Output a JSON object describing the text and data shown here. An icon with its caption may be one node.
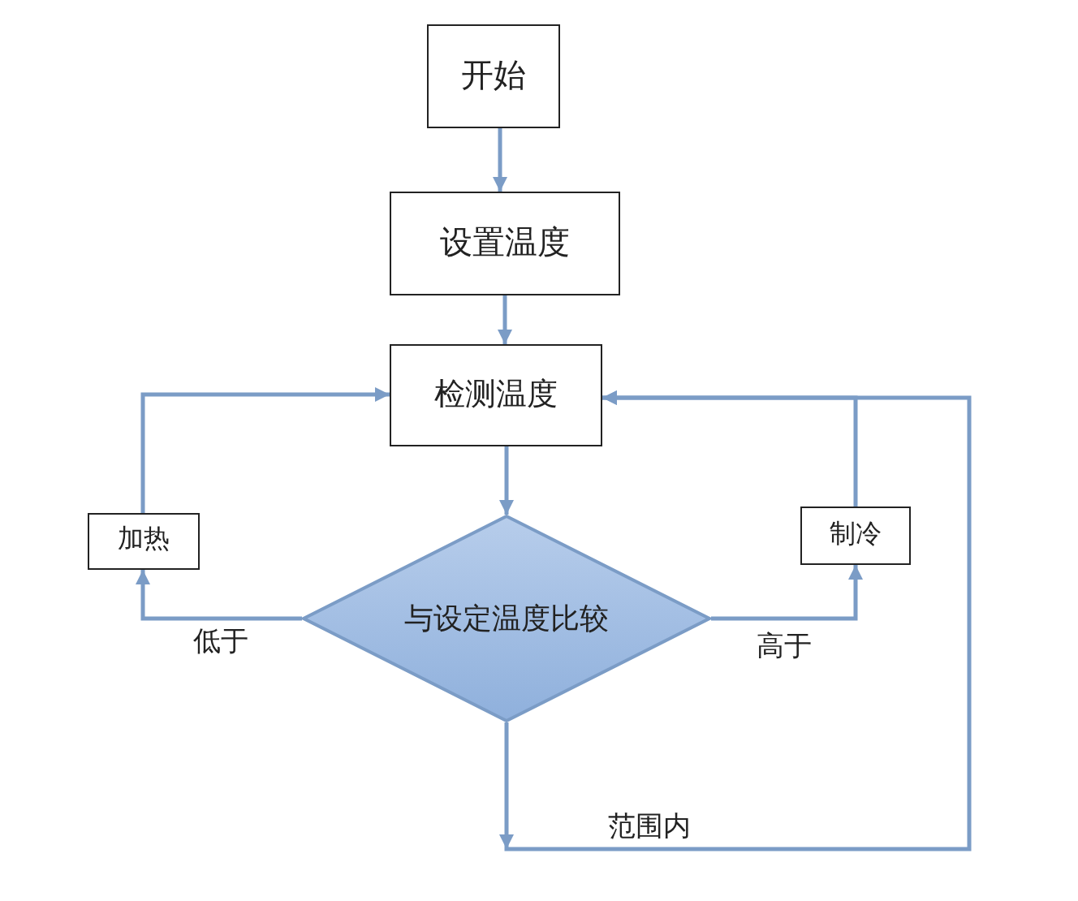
{
  "diagram": {
    "nodes": [
      {
        "text": [
          "开始"
        ]
      },
      {
        "text": [
          "设置温度"
        ]
      },
      {
        "text": [
          "检测温度"
        ]
      },
      {
        "text": [
          "与设定温度比较"
        ]
      },
      {
        "text": [
          "加热"
        ]
      },
      {
        "text": [
          "制冷"
        ]
      }
    ],
    "edges": [
      {
        "from": 0,
        "to": 1,
        "arrow": "to"
      },
      {
        "from": 1,
        "to": 2,
        "arrow": "to"
      },
      {
        "from": 2,
        "to": 3,
        "arrow": "to"
      },
      {
        "from": 3,
        "to": 4,
        "arrow": "to",
        "label": "低于"
      },
      {
        "from": 3,
        "to": 5,
        "arrow": "to",
        "label": "高于"
      },
      {
        "from": 4,
        "to": 2,
        "arrow": "to"
      },
      {
        "from": 5,
        "to": 2,
        "arrow": "to"
      },
      {
        "from": 3,
        "to": 2,
        "arrow": "to",
        "label": "范围内"
      }
    ]
  }
}
